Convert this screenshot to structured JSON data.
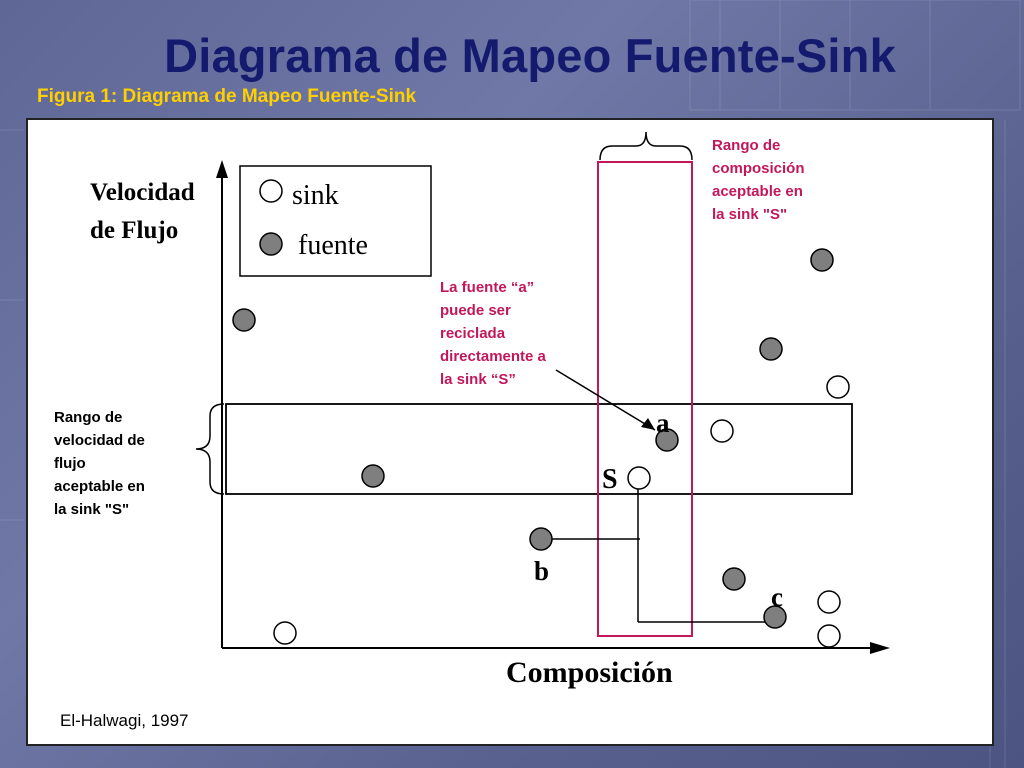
{
  "slide": {
    "title": "Diagrama de Mapeo Fuente-Sink",
    "caption": "Figura 1: Diagrama de Mapeo Fuente-Sink",
    "citation": "El-Halwagi, 1997"
  },
  "diagram": {
    "y_axis_label": [
      "Velocidad",
      "de Flujo"
    ],
    "x_axis_label": "Composición",
    "legend": {
      "sink": "sink",
      "source": "fuente"
    },
    "composition_note": [
      "Rango de",
      "composición",
      "aceptable en",
      "la sink \"S\""
    ],
    "flow_note": [
      "Rango de",
      "velocidad de",
      "flujo",
      "aceptable en",
      "la sink \"S\""
    ],
    "recycle_note": [
      "La fuente “a”",
      "puede ser",
      "reciclada",
      "directamente a",
      "la sink “S”"
    ],
    "point_labels": {
      "a": "a",
      "S": "S",
      "b": "b",
      "c": "c"
    },
    "colors": {
      "title": "#141a6e",
      "caption": "#ffd000",
      "note": "#c2185b",
      "source_fill": "#7f7f7f",
      "sink_fill": "#ffffff"
    }
  }
}
